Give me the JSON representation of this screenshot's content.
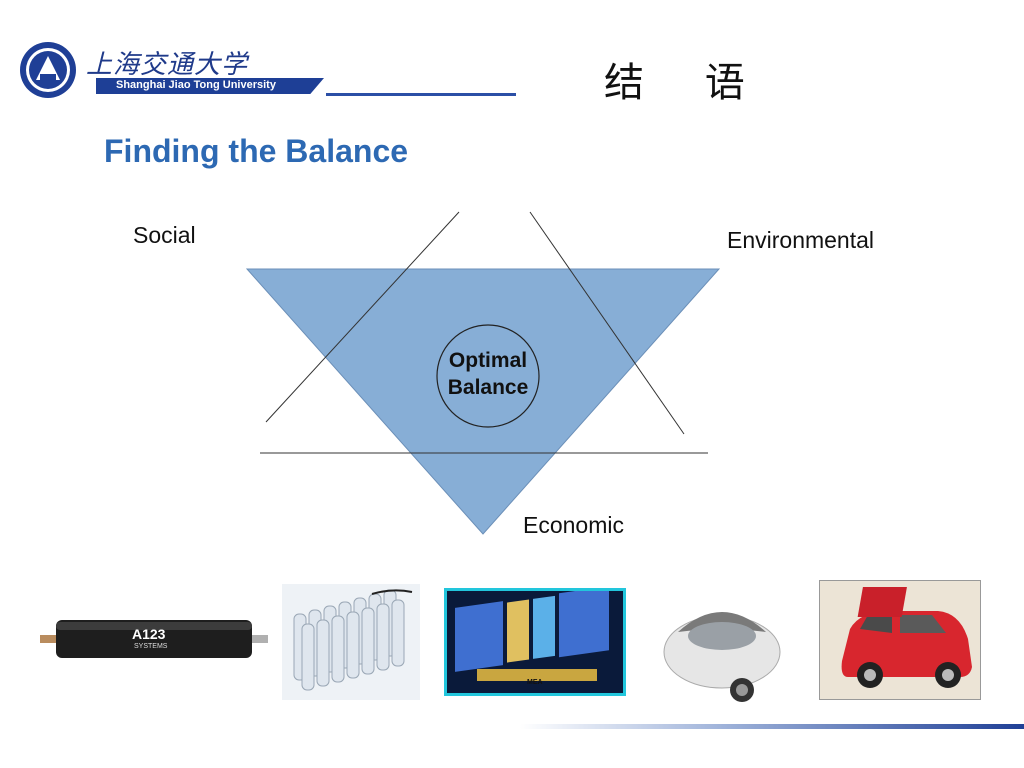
{
  "header": {
    "university_cn": "上海交通大学",
    "university_en": "Shanghai Jiao Tong University",
    "slide_title": "结 语"
  },
  "main": {
    "heading": "Finding the Balance",
    "diagram": {
      "labels": {
        "social": "Social",
        "environmental": "Environmental",
        "economic": "Economic"
      },
      "center_lines": [
        "Optimal",
        "Balance"
      ],
      "triangle_fill": "#87aed6"
    }
  },
  "photos": {
    "battery_label": "A123",
    "battery_sublabel": "SYSTEMS",
    "fuel_cell_label": "MEA"
  }
}
